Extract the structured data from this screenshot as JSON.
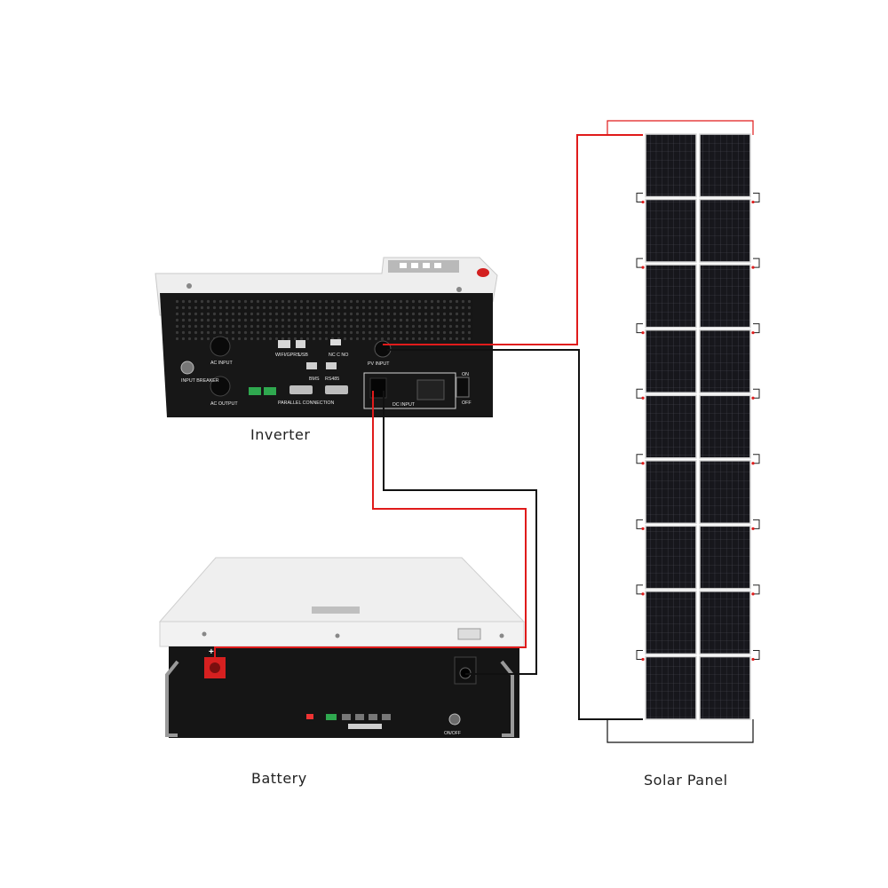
{
  "labels": {
    "inverter": "Inverter",
    "battery": "Battery",
    "solar_panel": "Solar Panel"
  },
  "inverter_panel": {
    "input_breaker": "INPUT BREAKER",
    "ac_input": "AC INPUT",
    "ac_output": "AC OUTPUT",
    "wifi_gprs": "WIFI/GPRS",
    "usb": "USB",
    "nc_c_no": "NC  C  NO",
    "bms": "BMS",
    "rs485": "RS485",
    "parallel_connection": "PARALLEL CONNECTION",
    "pv_input": "PV INPUT",
    "dc_input": "DC INPUT",
    "on": "ON",
    "off": "OFF"
  },
  "battery_panel": {
    "on_off": "ON/OFF"
  },
  "colors": {
    "positive_wire": "#e01b1b",
    "negative_wire": "#111111",
    "panel_cell": "#1c1c22",
    "panel_frame": "#d9d9d9",
    "device_body": "#1a1a1a",
    "device_top": "#ececec"
  },
  "solar_array": {
    "panel_rows": 9,
    "panels_per_row": 2
  }
}
